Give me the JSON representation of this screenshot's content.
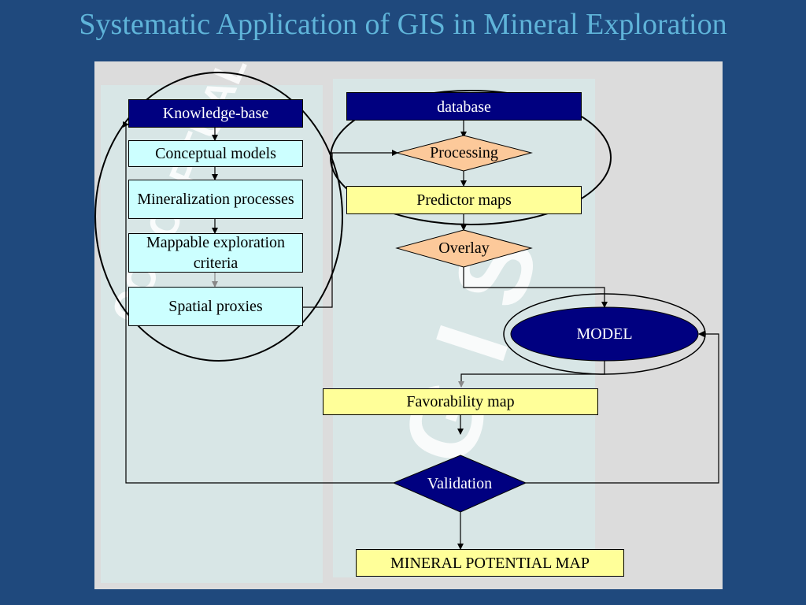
{
  "slide": {
    "title": "Systematic Application of GIS in Mineral Exploration"
  },
  "conceptual_column": {
    "watermark": "CONCEPTUAL",
    "boxes": [
      "Knowledge-base",
      "Conceptual models",
      "Mineralization processes",
      "Mappable exploration criteria",
      "Spatial proxies"
    ]
  },
  "gis_column": {
    "watermark": "G I S",
    "database": "database",
    "processing": "Processing",
    "predictor_maps": "Predictor maps",
    "overlay": "Overlay",
    "model": "MODEL",
    "favorability_map": "Favorability map",
    "validation": "Validation",
    "mineral_potential_map": "MINERAL POTENTIAL MAP"
  },
  "colors": {
    "background": "#1f497d",
    "title": "#5fb4d9",
    "panel": "#dcdcdc",
    "column": "#d8e6e6",
    "navy_box": "#000080",
    "cyan_box": "#ccffff",
    "yellow_box": "#ffff99",
    "orange_diamond": "#fcc99a"
  }
}
